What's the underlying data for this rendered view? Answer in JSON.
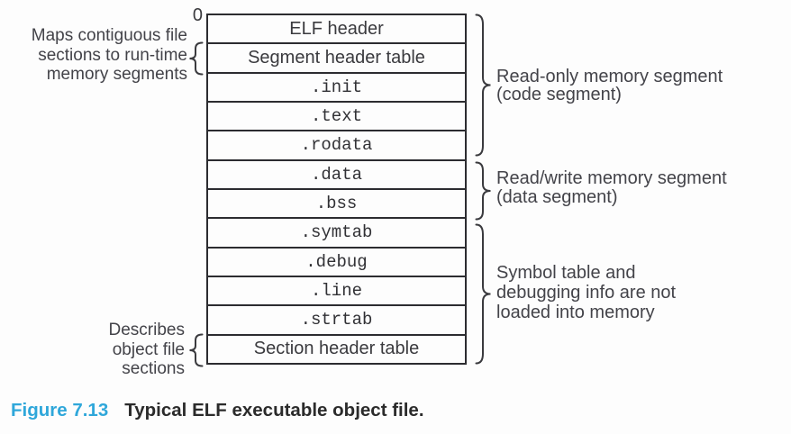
{
  "figure": {
    "origin_label": "0",
    "stack_rows": [
      {
        "label": "ELF header"
      },
      {
        "label": "Segment header table"
      },
      {
        "label": ".init"
      },
      {
        "label": ".text"
      },
      {
        "label": ".rodata"
      },
      {
        "label": ".data"
      },
      {
        "label": ".bss"
      },
      {
        "label": ".symtab"
      },
      {
        "label": ".debug"
      },
      {
        "label": ".line"
      },
      {
        "label": ".strtab"
      },
      {
        "label": "Section header table"
      }
    ],
    "left_annotations": [
      {
        "lines": [
          "Maps contiguous file",
          "sections to run-time",
          "memory segments"
        ]
      },
      {
        "lines": [
          "Describes",
          "object file",
          "sections"
        ]
      }
    ],
    "right_annotations": [
      {
        "lines": [
          "Read-only memory segment",
          "(code segment)"
        ]
      },
      {
        "lines": [
          "Read/write memory segment",
          "(data segment)"
        ]
      },
      {
        "lines": [
          "Symbol table and",
          "debugging info are not",
          "loaded into memory"
        ]
      }
    ],
    "caption": {
      "label": "Figure 7.13",
      "title": "Typical ELF executable object file."
    },
    "colors": {
      "caption_label_blue": "#2fa7da",
      "ink": "#3a3a3e",
      "border": "#2c2c30"
    }
  }
}
